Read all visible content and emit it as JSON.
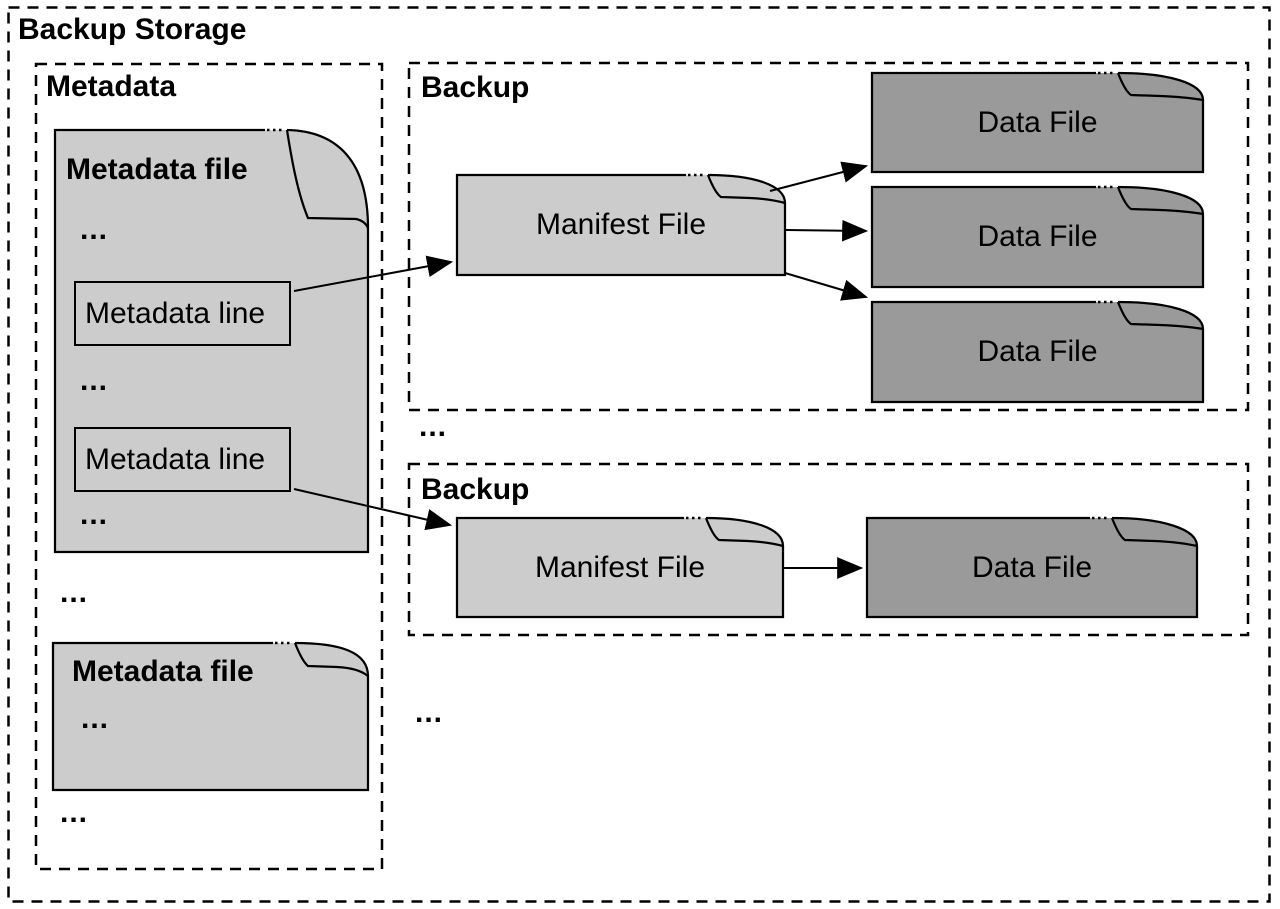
{
  "title": "Backup Storage",
  "colors": {
    "light_file": "#cccccc",
    "dark_file": "#9a9a9a",
    "outline": "#000000",
    "background": "#ffffff"
  },
  "metadata": {
    "label": "Metadata",
    "file1": {
      "title": "Metadata file",
      "dots_top": "...",
      "line1": "Metadata line",
      "dots_middle": "...",
      "line2": "Metadata line",
      "dots_bottom": "..."
    },
    "dots_between_files": "...",
    "file2": {
      "title": "Metadata file",
      "dots": "..."
    },
    "dots_after_files": "..."
  },
  "backup1": {
    "label": "Backup",
    "manifest": "Manifest File",
    "data_files": [
      "Data File",
      "Data File",
      "Data File"
    ]
  },
  "dots_between_backups": "...",
  "backup2": {
    "label": "Backup",
    "manifest": "Manifest File",
    "data_files": [
      "Data File"
    ]
  },
  "dots_after_backups": "..."
}
